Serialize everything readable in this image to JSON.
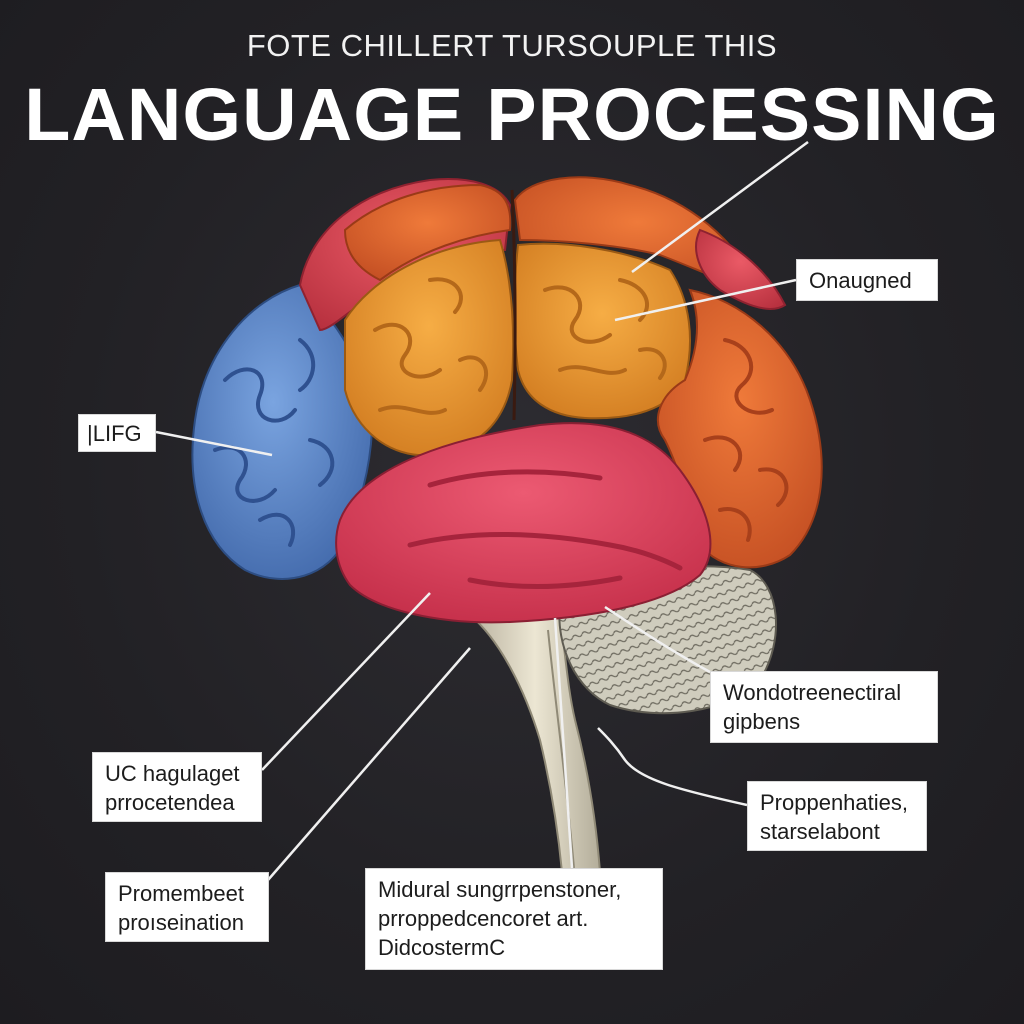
{
  "header": {
    "subtitle": "FOTE CHILLERT TURSOUPLE THIS",
    "title": "LANGUAGE PROCESSING"
  },
  "colors": {
    "background": "#232226",
    "frontal_blue": "#5b86c9",
    "temporal_red": "#d8405a",
    "parietal_orange": "#e8962f",
    "occipital_orange": "#e0652c",
    "cerebellum": "#d6d3c4",
    "brainstem": "#ded7c3",
    "label_bg": "#ffffff",
    "pointer_line": "#f0f0f0"
  },
  "labels": {
    "top_right": {
      "lines": [
        "Onaugned"
      ]
    },
    "left": {
      "lines": [
        "|LIFG"
      ]
    },
    "right_mid": {
      "lines": [
        "Wondotreenectiral",
        "gipbens"
      ]
    },
    "left_low": {
      "lines": [
        "UC hagulaget",
        "prrocetendea"
      ]
    },
    "right_low": {
      "lines": [
        "Proppenhaties,",
        "starselabont"
      ]
    },
    "bottom_left": {
      "lines": [
        "Promembeet",
        "proıseination"
      ]
    },
    "bottom_mid": {
      "lines": [
        "Midural sungrrpenstoner,",
        "prroppedcencoret art.",
        "DidcostermC"
      ]
    }
  }
}
